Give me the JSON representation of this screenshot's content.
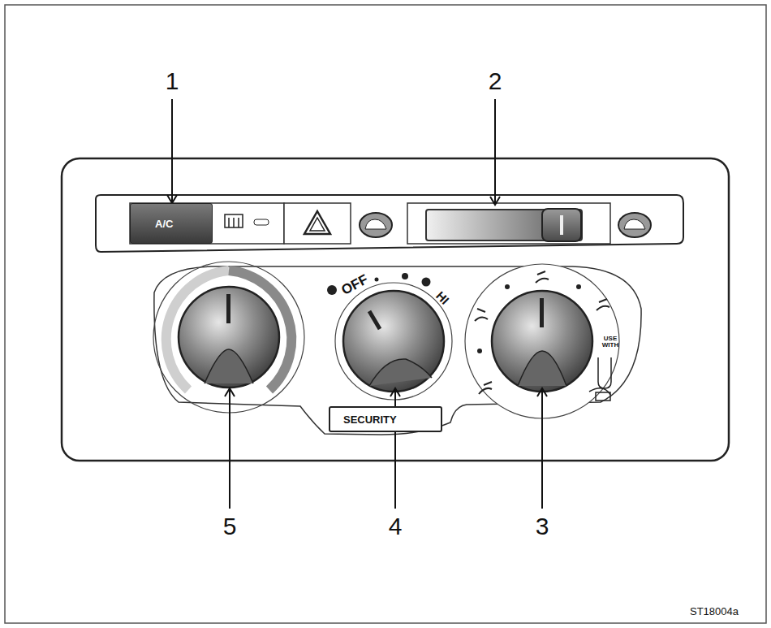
{
  "diagram": {
    "nodes": [
      {
        "text": [
          "A/C"
        ]
      },
      {
        "text": [
          "SECURITY"
        ]
      }
    ],
    "labels": [
      "1",
      "2",
      "3",
      "4",
      "5",
      "OFF",
      "HI",
      "USE WITH",
      "ST18004a"
    ]
  }
}
